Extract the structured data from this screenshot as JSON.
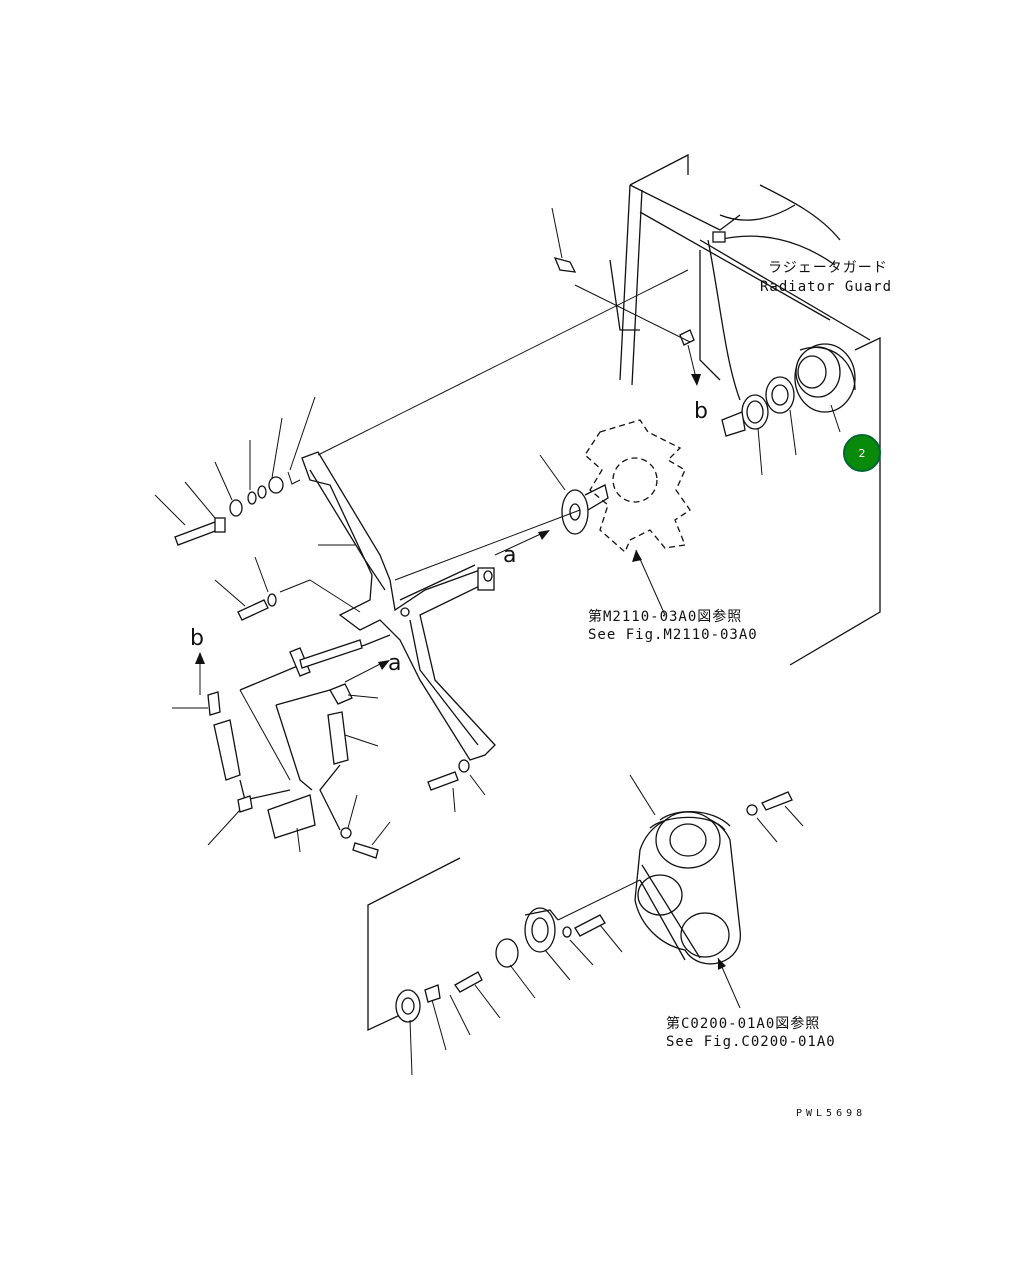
{
  "labels": {
    "radiator_guard_jp": "ラジェータガード",
    "radiator_guard_en": "Radiator Guard",
    "fig_m2110_jp": "第M2110-03A0図参照",
    "fig_m2110_en": "See Fig.M2110-03A0",
    "fig_c0200_jp": "第C0200-01A0図参照",
    "fig_c0200_en": "See Fig.C0200-01A0",
    "drawing_code": "PWL5698"
  },
  "arrow_markers": {
    "a1": "a",
    "a2": "a",
    "b1": "b",
    "b2": "b"
  },
  "callouts": [
    {
      "label": "2",
      "color": "#0a8a0a"
    }
  ]
}
